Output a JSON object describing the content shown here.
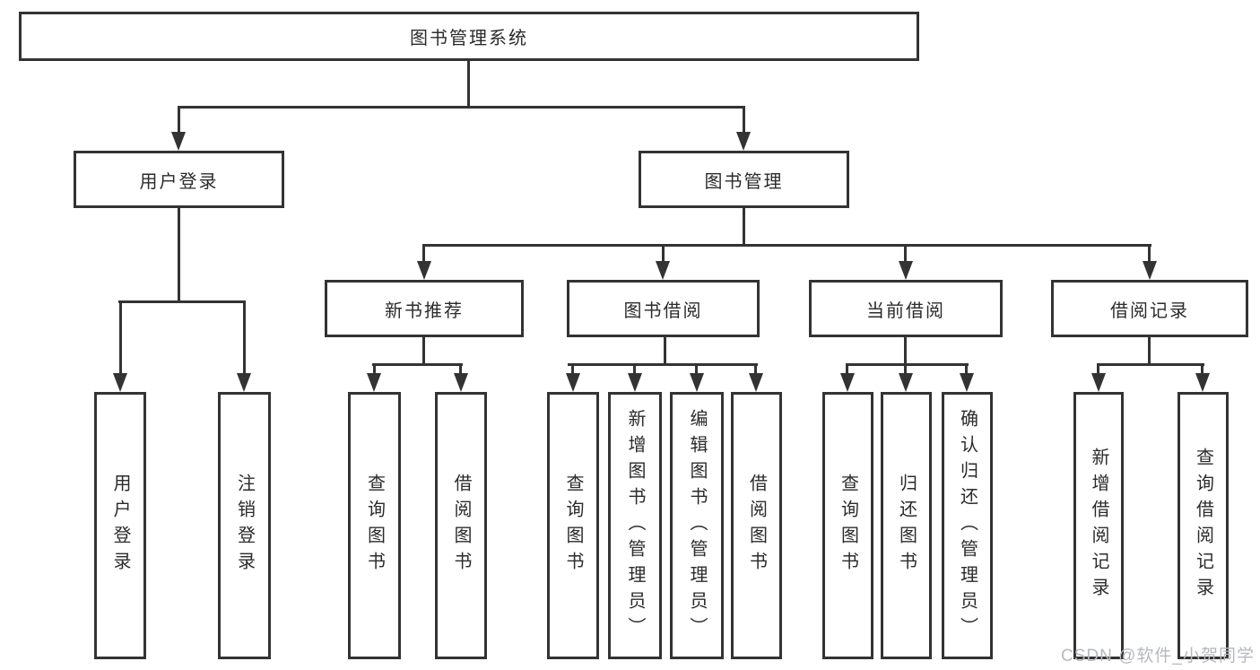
{
  "diagram": {
    "root": {
      "label": "图书管理系统"
    },
    "branches": [
      {
        "label": "用户登录"
      },
      {
        "label": "图书管理"
      }
    ],
    "modules": [
      {
        "label": "新书推荐"
      },
      {
        "label": "图书借阅"
      },
      {
        "label": "当前借阅"
      },
      {
        "label": "借阅记录"
      }
    ],
    "leaves": {
      "user_login": [
        {
          "label": "用户登录"
        },
        {
          "label": "注销登录"
        }
      ],
      "new_book": [
        {
          "label": "查询图书"
        },
        {
          "label": "借阅图书"
        }
      ],
      "book_borrow": [
        {
          "label": "查询图书"
        },
        {
          "label": "新增图书（管理员）"
        },
        {
          "label": "编辑图书（管理员）"
        },
        {
          "label": "借阅图书"
        }
      ],
      "current_borrow": [
        {
          "label": "查询图书"
        },
        {
          "label": "归还图书"
        },
        {
          "label": "确认归还（管理员）"
        }
      ],
      "borrow_record": [
        {
          "label": "新增借阅记录"
        },
        {
          "label": "查询借阅记录"
        }
      ]
    },
    "watermark": "CSDN @软件_小贺同学",
    "colors": {
      "line": "#333333",
      "text": "#2b2b2b",
      "watermark": "#b5b9bf",
      "background": "#ffffff"
    }
  }
}
